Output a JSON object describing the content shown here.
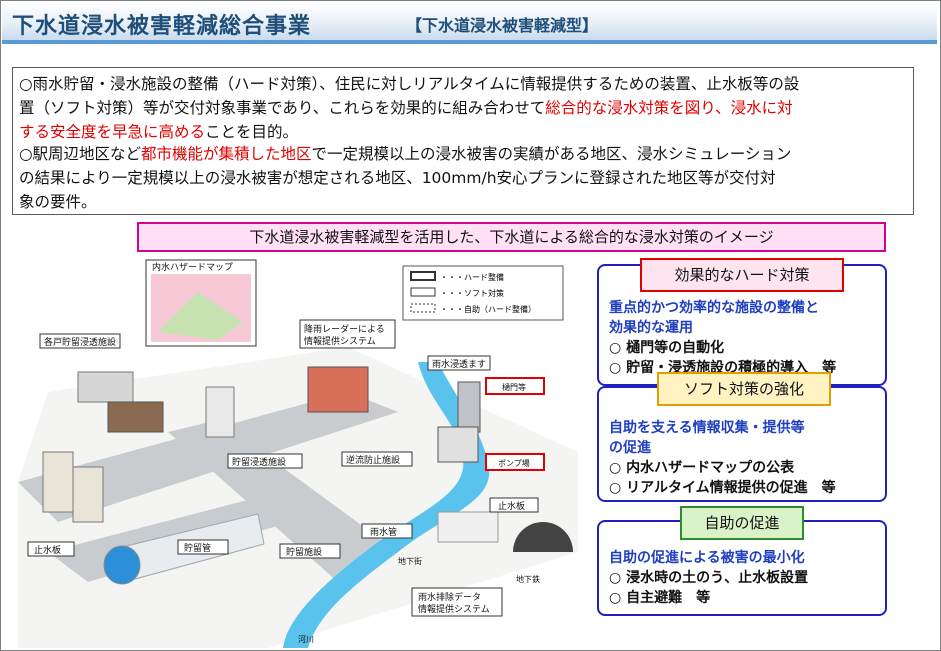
{
  "header": {
    "title": "下水道浸水被害軽減総合事業",
    "subtitle": "【下水道浸水被害軽減型】"
  },
  "summary": {
    "p1_a": "○雨水貯留・浸水施設の整備（ハード対策）、住民に対しリアルタイムに情報提供するための装置、止水板等の設",
    "p1_b": "置（ソフト対策）等が交付対象事業であり、これらを効果的に組み合わせて",
    "p1_b_red": "総合的な浸水対策を図り、浸水に対",
    "p1_c_red": "する安全度を早急に高める",
    "p1_c": "ことを目的。",
    "p2_a": "○駅周辺地区など",
    "p2_a_red": "都市機能が集積した地区",
    "p2_a2": "で一定規模以上の浸水被害の実績がある地区、浸水シミュレーション",
    "p2_b": "の結果により一定規模以上の浸水被害が想定される地区、100mm/h安心プランに登録された地区等が交付対",
    "p2_c": "象の要件。"
  },
  "image_caption": "下水道浸水被害軽減型を活用した、下水道による総合的な浸水対策のイメージ",
  "illustration": {
    "map_title": "内水ハザードマップ",
    "legend": [
      "・・・ハード整備",
      "・・・ソフト対策",
      "・・・自助（ハード整備）"
    ],
    "labels": {
      "storage_house": "各戸貯留浸透施設",
      "radar": "降雨レーダーによる\n情報提供システム",
      "inlet": "雨水浸透ます",
      "gate": "樋門等",
      "pump": "ポンプ場",
      "storage_infil": "貯留浸透施設",
      "backflow": "逆流防止施設",
      "stop_board_left": "止水板",
      "storage_pipe": "貯留管",
      "storage_facility": "貯留施設",
      "rain_pipe": "雨水管",
      "stop_board_right": "止水板",
      "underground_mall": "地下街",
      "subway": "地下鉄",
      "drain_data": "雨水排除データ\n情報提供システム",
      "river": "河川"
    }
  },
  "panels": [
    {
      "tag": "効果的なハード対策",
      "head": [
        "重点的かつ効率的な施設の整備と",
        "効果的な運用"
      ],
      "items": [
        "○ 樋門等の自動化",
        "○ 貯留・浸透施設の積極的導入　等"
      ]
    },
    {
      "tag": "ソフト対策の強化",
      "head": [
        "自助を支える情報収集・提供等",
        "の促進"
      ],
      "items": [
        "○ 内水ハザードマップの公表",
        "○ リアルタイム情報提供の促進　等"
      ]
    },
    {
      "tag": "自助の促進",
      "head": [
        "自助の促進による被害の最小化"
      ],
      "items": [
        "○ 浸水時の土のう、止水板設置",
        "○ 自主避難　等"
      ]
    }
  ],
  "colors": {
    "title": "#1f4e79",
    "accent_red": "#e00000",
    "panel_border": "#2020c0",
    "caption_border": "#d60093"
  }
}
